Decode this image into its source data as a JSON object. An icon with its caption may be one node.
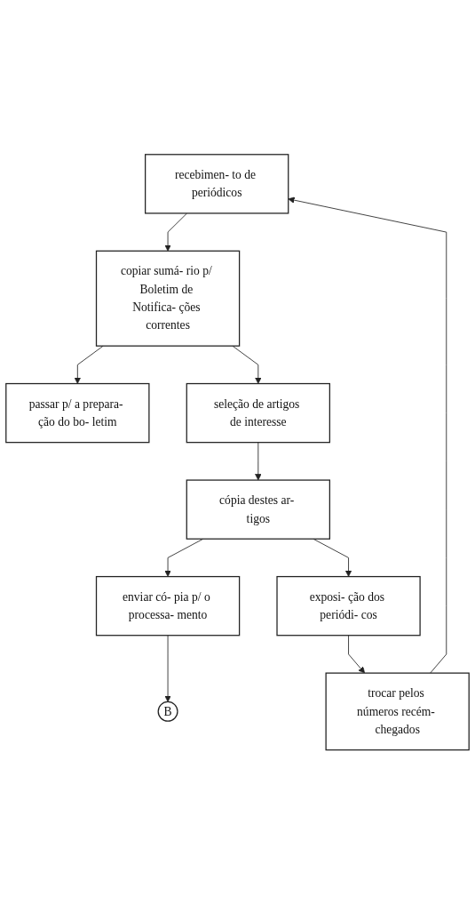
{
  "diagram": {
    "nodes": [
      {
        "text": [
          "recebimen- to de periódicos"
        ]
      },
      {
        "text": [
          "copiar sumá- rio p/ Boletim de Notifica- ções correntes"
        ]
      },
      {
        "text": [
          "passar p/ a prepara- ção do bo- letim"
        ]
      },
      {
        "text": [
          "seleção de artigos de interesse"
        ]
      },
      {
        "text": [
          "cópia destes ar- tigos"
        ]
      },
      {
        "text": [
          "enviar có- pia p/ o processa- mento"
        ]
      },
      {
        "text": [
          "B"
        ]
      },
      {
        "text": [
          "exposi- ção dos periódi- cos"
        ]
      },
      {
        "text": [
          "trocar pelos números recém- chegados"
        ]
      }
    ],
    "edges": [
      {
        "from": 0,
        "to": 1,
        "arrow": "to"
      },
      {
        "from": 1,
        "to": 2,
        "arrow": "to"
      },
      {
        "from": 1,
        "to": 3,
        "arrow": "to"
      },
      {
        "from": 3,
        "to": 4,
        "arrow": "to"
      },
      {
        "from": 4,
        "to": 5,
        "arrow": "to"
      },
      {
        "from": 5,
        "to": 6,
        "arrow": "to"
      },
      {
        "from": 4,
        "to": 7,
        "arrow": "to"
      },
      {
        "from": 7,
        "to": 8,
        "arrow": "to"
      },
      {
        "from": 8,
        "to": 0,
        "arrow": "to"
      }
    ]
  }
}
